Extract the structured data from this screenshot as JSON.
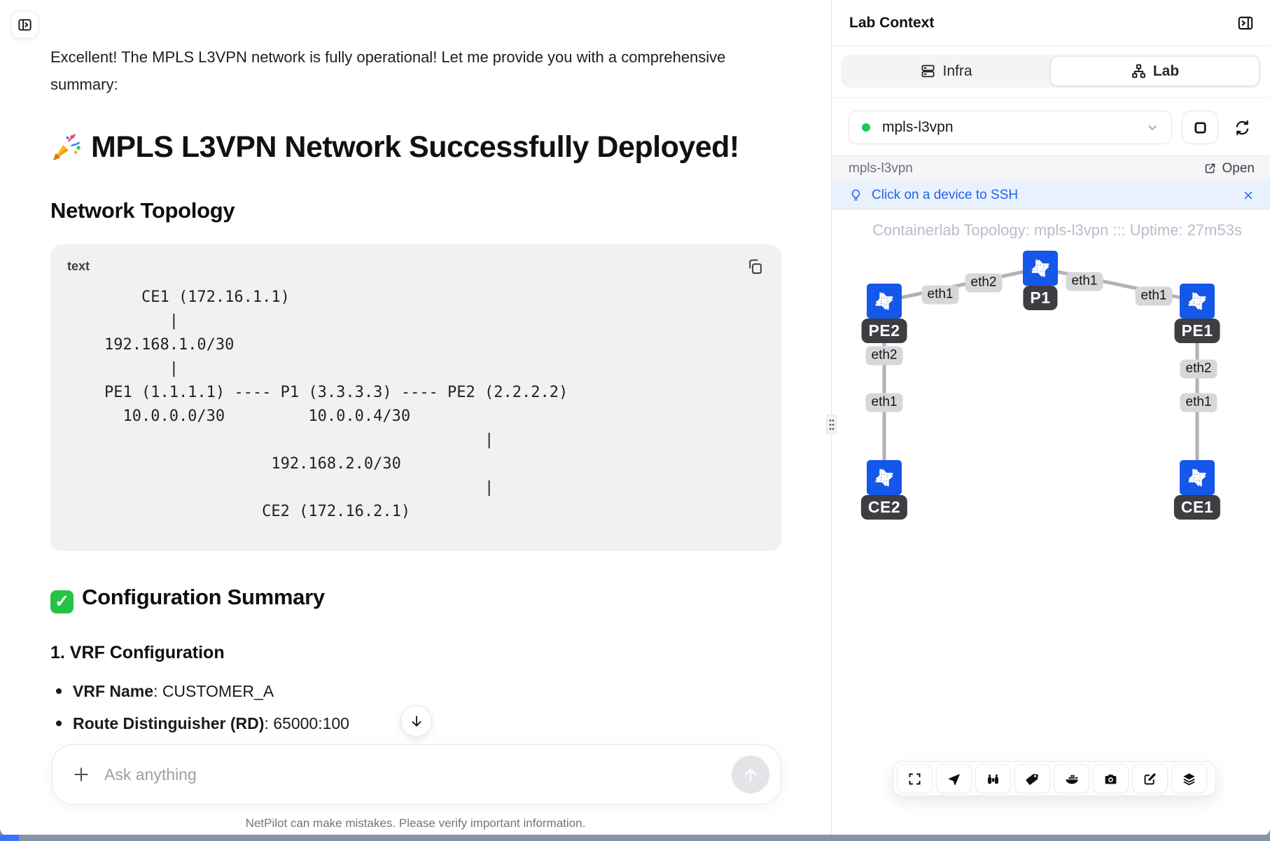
{
  "chat": {
    "intro": "Excellent! The MPLS L3VPN network is fully operational! Let me provide you with a comprehensive summary:",
    "h1": {
      "emoji": "🎉",
      "text": "MPLS L3VPN Network Successfully Deployed!"
    },
    "topology_heading": "Network Topology",
    "code": {
      "language_label": "text",
      "content": "        CE1 (172.16.1.1)\n           |\n    192.168.1.0/30\n           |\n    PE1 (1.1.1.1) ---- P1 (3.3.3.3) ---- PE2 (2.2.2.2)\n      10.0.0.0/30         10.0.0.4/30\n                                             |\n                      192.168.2.0/30\n                                             |\n                     CE2 (172.16.2.1)"
    },
    "summary_heading": {
      "emoji": "✅",
      "text": "Configuration Summary"
    },
    "vrf_heading": "1. VRF Configuration",
    "bullets": [
      {
        "label": "VRF Name",
        "value": ": CUSTOMER_A"
      },
      {
        "label": "Route Distinguisher (RD)",
        "value": ": 65000:100"
      }
    ],
    "composer": {
      "placeholder": "Ask anything"
    },
    "footer": "NetPilot can make mistakes. Please verify important information."
  },
  "panel": {
    "title": "Lab Context",
    "tabs": {
      "infra": "Infra",
      "lab": "Lab",
      "active": "Lab"
    },
    "lab_select": {
      "value": "mpls-l3vpn"
    },
    "lab_bar": {
      "name": "mpls-l3vpn",
      "open": "Open"
    },
    "banner": {
      "text": "Click on a device to SSH"
    },
    "topology": {
      "caption": "Containerlab Topology: mpls-l3vpn ::: Uptime: 27m53s",
      "nodes": [
        {
          "id": "PE2"
        },
        {
          "id": "P1"
        },
        {
          "id": "PE1"
        },
        {
          "id": "CE2"
        },
        {
          "id": "CE1"
        }
      ],
      "links": [
        {
          "from": "PE2",
          "to": "P1"
        },
        {
          "from": "P1",
          "to": "PE1"
        },
        {
          "from": "PE2",
          "to": "CE2"
        },
        {
          "from": "PE1",
          "to": "CE1"
        }
      ],
      "edge_labels": [
        "eth1",
        "eth2",
        "eth1",
        "eth1",
        "eth2",
        "eth1",
        "eth2",
        "eth1"
      ]
    },
    "toolbar": {
      "icons": [
        "fullscreen",
        "navigate",
        "binoculars",
        "tag",
        "docker",
        "camera",
        "edit",
        "layers"
      ]
    }
  },
  "colors": {
    "accent_blue": "#2563eb",
    "node_blue": "#1557e8",
    "status_green": "#22c55e",
    "banner_bg": "#e9f1fd",
    "node_label_bg": "#3d3d42",
    "edge_label_bg": "#d7d7d9"
  }
}
